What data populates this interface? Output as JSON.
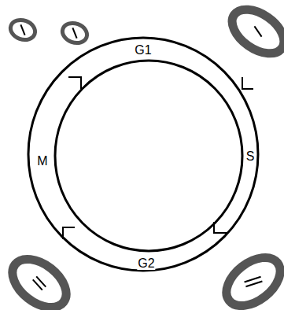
{
  "diagram": {
    "labels": [
      "G1",
      "M",
      "S",
      "G2"
    ]
  }
}
